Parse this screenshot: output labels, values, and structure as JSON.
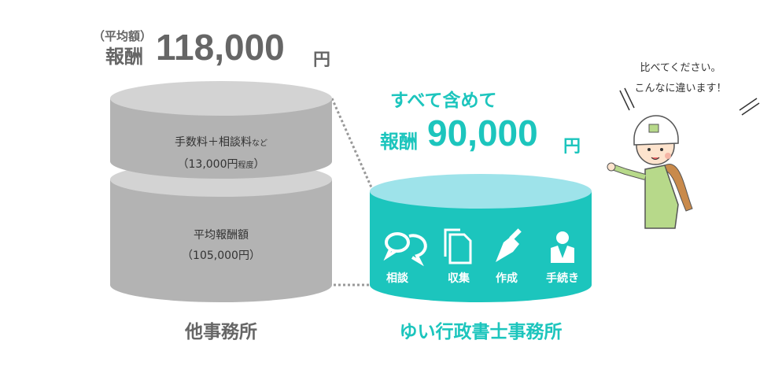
{
  "others": {
    "avg_label": "（平均額）",
    "fee_label": "報酬",
    "amount": "118,000",
    "yen": "円",
    "upper_segment": {
      "line1": "手数料＋相談料",
      "line1_small": "など",
      "line2": "（13,000円",
      "line2_small": "程度",
      "line2_end": "）"
    },
    "lower_segment": {
      "line1": "平均報酬額",
      "line2": "（105,000円）"
    },
    "name": "他事務所"
  },
  "yui": {
    "headline": "すべて含めて",
    "fee_label": "報酬",
    "amount": "90,000",
    "yen": "円",
    "services": [
      {
        "icon": "speech-bubbles-icon",
        "label": "相談"
      },
      {
        "icon": "documents-icon",
        "label": "収集"
      },
      {
        "icon": "fountain-pen-icon",
        "label": "作成"
      },
      {
        "icon": "person-icon",
        "label": "手続き"
      }
    ],
    "name": "ゆい行政書士事務所"
  },
  "speech": {
    "line1": "比べてください。",
    "line2": "こんなに違います！"
  },
  "colors": {
    "gray_text": "#666666",
    "teal": "#1cc5bd",
    "teal_top": "#9ee3ea",
    "cyl_gray": "#b3b3b3",
    "cyl_top": "#d3d3d3"
  }
}
